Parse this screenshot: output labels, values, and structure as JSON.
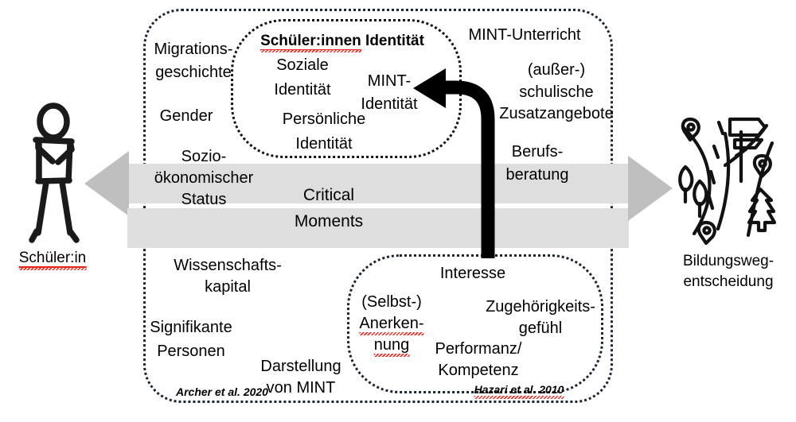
{
  "figure": {
    "title": "MINT-Identitaet Modell",
    "colors": {
      "band": "#dedede",
      "arrowhead": "#bfbfbf",
      "dotted_border": "#1b2430",
      "spellcheck_red": "#e8261c",
      "black_arrow": "#000000"
    }
  },
  "left_actor": {
    "icon": "stick-figure-person-icon",
    "label": "Schüler:in"
  },
  "right_actor": {
    "icon": "forked-path-signpost-icon",
    "label_line1": "Bildungsweg-",
    "label_line2": "entscheidung"
  },
  "band": {
    "label_line1": "Critical",
    "label_line2": "Moments"
  },
  "outer_box": {
    "name": "schueler-kontext-box",
    "items": [
      {
        "id": "migrationsgeschichte",
        "line1": "Migrations-",
        "line2": "geschichte"
      },
      {
        "id": "gender",
        "line1": "Gender"
      },
      {
        "id": "sozio-oekonomischer-status",
        "line1": "Sozio-",
        "line2": "ökonomischer",
        "line3": "Status"
      },
      {
        "id": "wissenschaftskapital",
        "line1": "Wissenschafts-",
        "line2": "kapital"
      },
      {
        "id": "signifikante-personen",
        "line1": "Signifikante",
        "line2": "Personen"
      },
      {
        "id": "darstellung-von-mint",
        "line1": "Darstellung",
        "line2": "von MINT"
      },
      {
        "id": "mint-unterricht",
        "line1": "MINT-Unterricht"
      },
      {
        "id": "zusatzangebote",
        "line1": "(außer-)",
        "line2": "schulische",
        "line3": "Zusatzangebote"
      },
      {
        "id": "berufsberatung",
        "line1": "Berufs-",
        "line2": "beratung"
      }
    ],
    "citation": "Archer et al. 2020"
  },
  "identity_box": {
    "heading_underlined": "Schüler:innen",
    "heading_rest": " Identität",
    "items": [
      {
        "id": "soziale-identitaet",
        "line1": "Soziale",
        "line2": "Identität"
      },
      {
        "id": "persoenliche-identitaet",
        "line1": "Persönliche",
        "line2": "Identität"
      },
      {
        "id": "mint-identitaet",
        "line1": "MINT-",
        "line2": "Identität"
      }
    ]
  },
  "interest_box": {
    "title": "Interesse",
    "items": [
      {
        "id": "selbst-anerkennung",
        "line1": "(Selbst-)",
        "line2": "Anerken-",
        "line3": "nung"
      },
      {
        "id": "zugehoerigkeitsgefuehl",
        "line1": "Zugehörigkeits-",
        "line2": "gefühl"
      },
      {
        "id": "performanz-kompetenz",
        "line1": "Performanz/",
        "line2": "Kompetenz"
      }
    ],
    "citation": "Hazari et al. 2010"
  }
}
